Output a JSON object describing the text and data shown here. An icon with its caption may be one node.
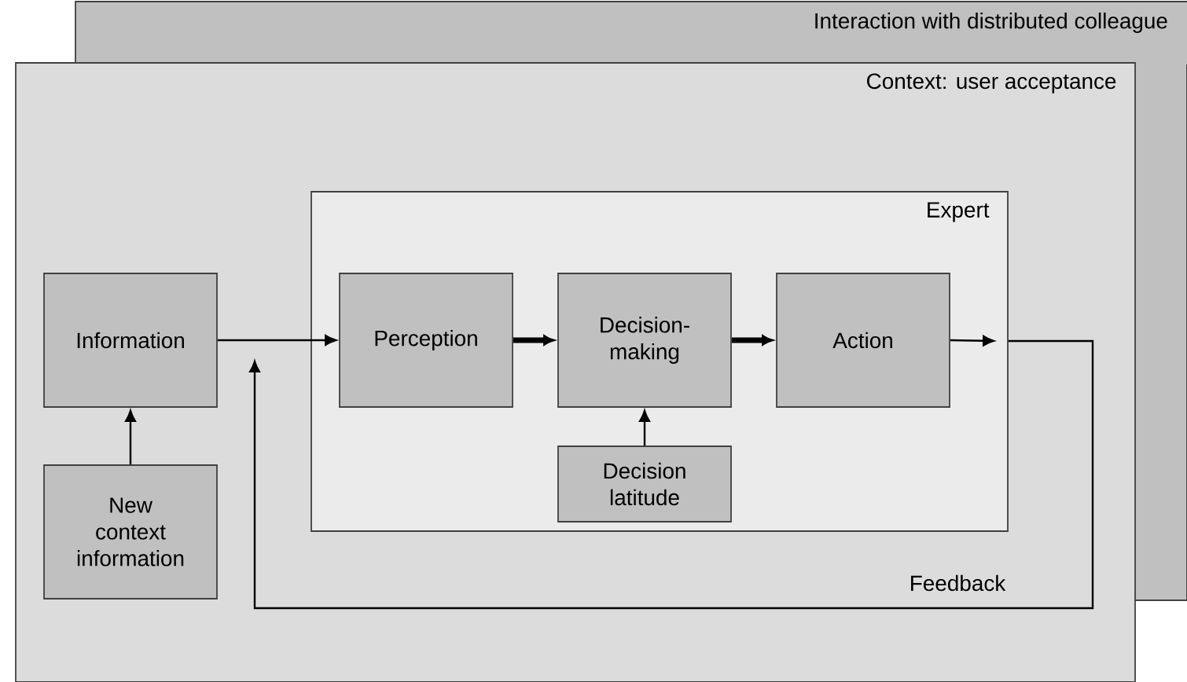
{
  "diagram": {
    "nodes": [
      {
        "text": [
          "Interaction with distributed colleague"
        ]
      },
      {
        "text": [
          "Context: user acceptance"
        ]
      },
      {
        "text": [
          "Information"
        ],
        "in": 1
      },
      {
        "text": [
          "New context information"
        ],
        "in": 1
      },
      {
        "text": [
          "Expert"
        ],
        "in": 1
      },
      {
        "text": [
          "Perception"
        ],
        "in": 4
      },
      {
        "text": [
          "Decision-making"
        ],
        "in": 4
      },
      {
        "text": [
          "Action"
        ],
        "in": 4
      },
      {
        "text": [
          "Decision latitude"
        ],
        "in": 4
      }
    ],
    "edges": [
      {
        "from": 3,
        "to": 2,
        "arrow": "to"
      },
      {
        "from": 2,
        "to": 5,
        "arrow": "to"
      },
      {
        "from": 5,
        "to": 6,
        "arrow": "to",
        "style": "thick"
      },
      {
        "from": 6,
        "to": 7,
        "arrow": "to",
        "style": "thick"
      },
      {
        "from": 8,
        "to": 6,
        "arrow": "to"
      },
      {
        "from": 7,
        "to": null,
        "arrow": "to"
      },
      {
        "from": 4,
        "to": null,
        "arrow": "to",
        "label": "Feedback"
      }
    ]
  }
}
